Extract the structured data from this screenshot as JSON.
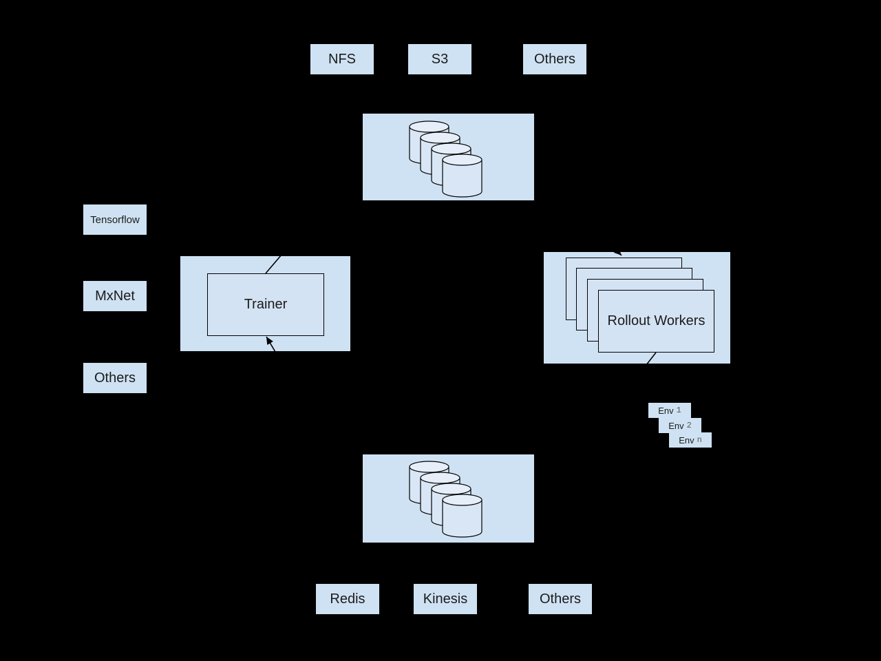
{
  "palette": {
    "background": "#000000",
    "box-fill": "#cfe2f3",
    "shape-fill": "#d4e3f4",
    "cyl-fill": "#d9e6f5",
    "cyl-top-fill": "#e6eef9",
    "line": "#000000"
  },
  "storage_top": {
    "items": [
      {
        "label": "NFS"
      },
      {
        "label": "S3"
      },
      {
        "label": "Others"
      }
    ]
  },
  "frameworks": {
    "items": [
      {
        "label": "Tensorflow"
      },
      {
        "label": "MxNet"
      },
      {
        "label": "Others"
      }
    ]
  },
  "trainer": {
    "label": "Trainer"
  },
  "rollout_workers": {
    "label": "Rollout Workers"
  },
  "environments": {
    "items": [
      {
        "name": "Env",
        "index": "1"
      },
      {
        "name": "Env",
        "index": "2"
      },
      {
        "name": "Env",
        "index": "n"
      }
    ]
  },
  "storage_bottom": {
    "items": [
      {
        "label": "Redis"
      },
      {
        "label": "Kinesis"
      },
      {
        "label": "Others"
      }
    ]
  }
}
